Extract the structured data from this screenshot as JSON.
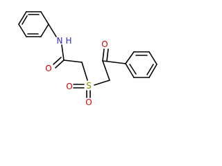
{
  "atom_colors": {
    "N": "#2b2bcc",
    "O": "#d40000",
    "S": "#8c8c00",
    "H": "#2b2bcc"
  },
  "labels": {
    "amide_nh_n": "N",
    "amide_nh_h": "H",
    "amide_o": "O",
    "sulfonyl_s": "S",
    "sulfonyl_o_left": "O",
    "sulfonyl_o_bottom": "O",
    "ketone_o": "O"
  }
}
